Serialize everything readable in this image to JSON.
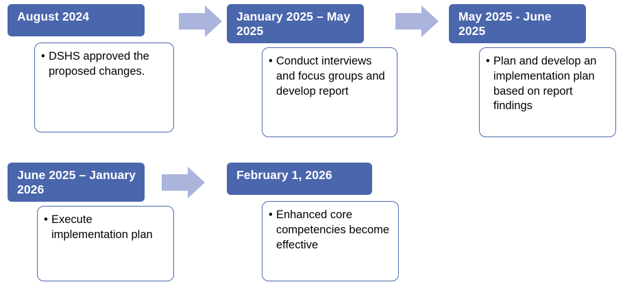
{
  "diagram": {
    "type": "process-timeline-flowchart",
    "accent_color": "#4A66AC",
    "arrow_color": "#AAB4DC",
    "background_color": "#FFFFFF",
    "steps": [
      {
        "id": "step-1",
        "header": "August 2024",
        "body": "DSHS approved the proposed changes."
      },
      {
        "id": "step-2",
        "header": "January 2025 – May 2025",
        "body": "Conduct interviews and focus groups and develop report"
      },
      {
        "id": "step-3",
        "header": "May 2025 - June 2025",
        "body": "Plan and develop an implementation plan based on report findings"
      },
      {
        "id": "step-4",
        "header": "June 2025 – January 2026",
        "body": "Execute implementation plan"
      },
      {
        "id": "step-5",
        "header": "February 1, 2026",
        "body": "Enhanced core competencies become effective"
      }
    ],
    "connectors": [
      {
        "id": "arrow-1",
        "from": "step-1",
        "to": "step-2"
      },
      {
        "id": "arrow-2",
        "from": "step-2",
        "to": "step-3"
      },
      {
        "id": "arrow-3",
        "from": "step-4",
        "to": "step-5"
      }
    ]
  }
}
